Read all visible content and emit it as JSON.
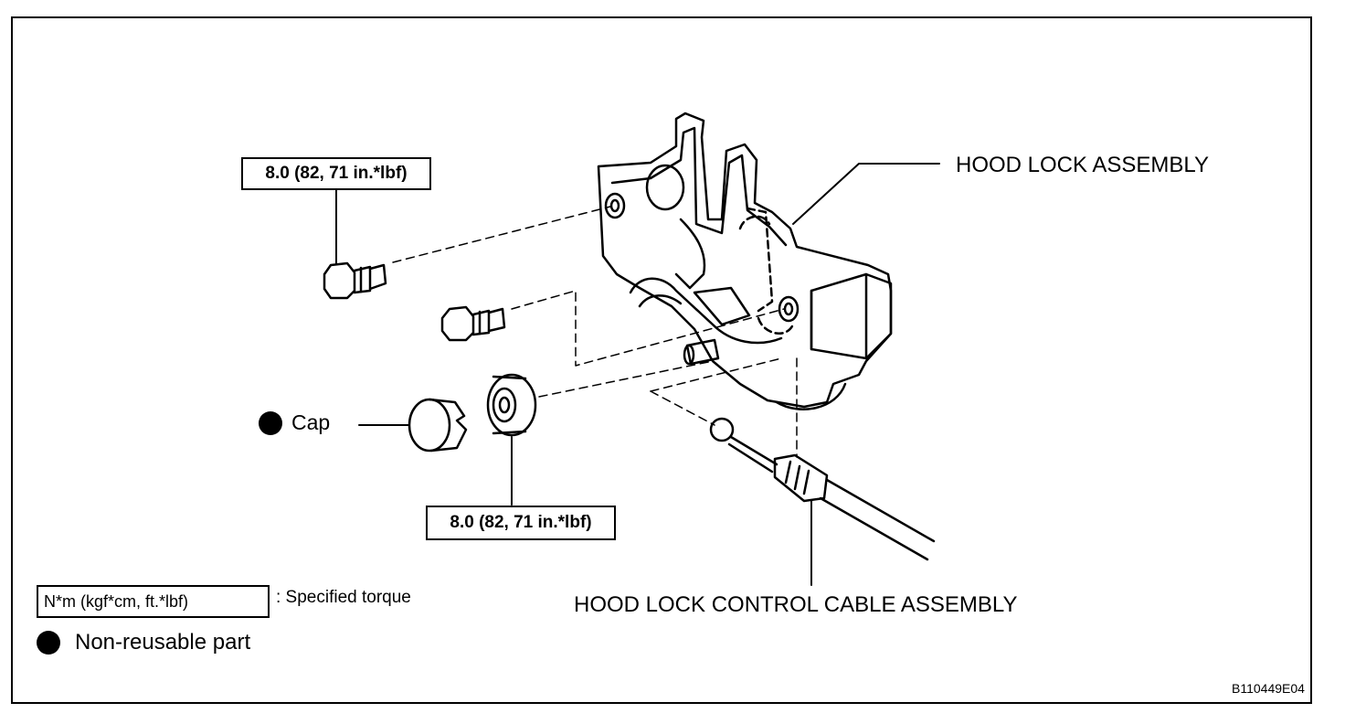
{
  "labels": {
    "hood_lock_assembly": "HOOD LOCK ASSEMBLY",
    "hood_lock_control_cable_assembly": "HOOD LOCK CONTROL CABLE ASSEMBLY",
    "cap": "Cap",
    "torque_upper": "8.0 (82, 71 in.*lbf)",
    "torque_lower": "8.0 (82, 71 in.*lbf)"
  },
  "legend": {
    "torque_unit": "N*m (kgf*cm, ft.*lbf)",
    "torque_desc": ": Specified torque",
    "non_reusable": "Non-reusable part"
  },
  "figure_id": "B110449E04"
}
